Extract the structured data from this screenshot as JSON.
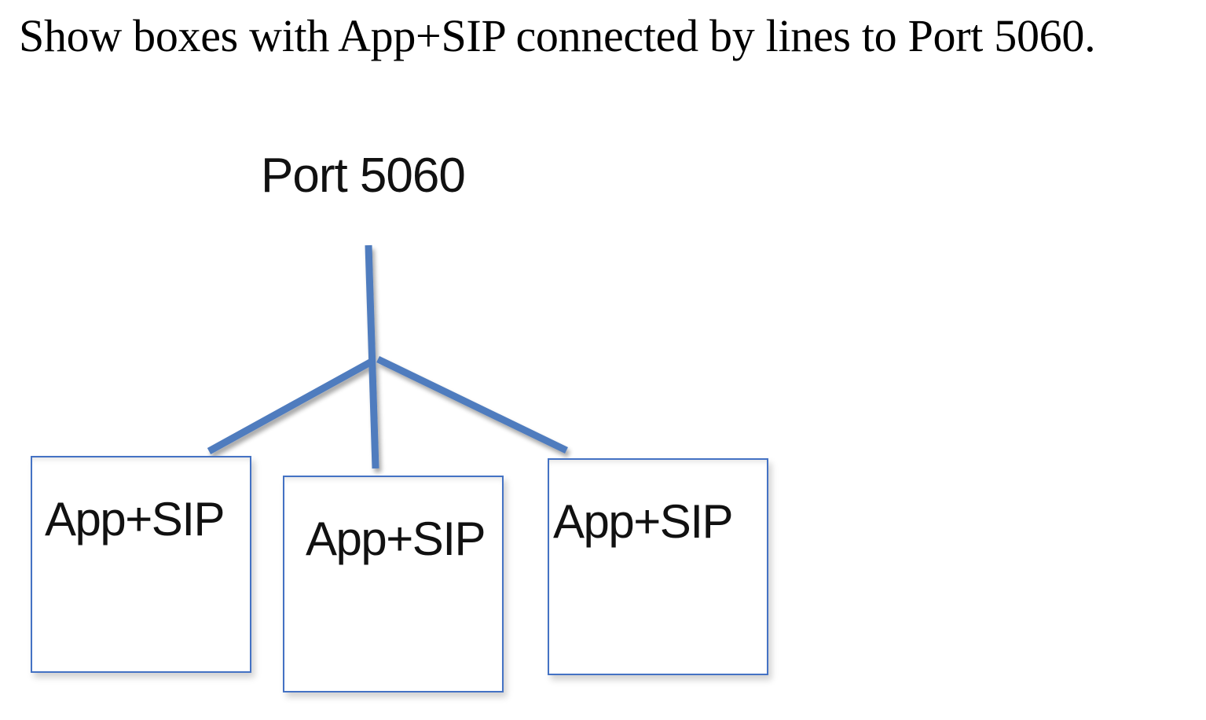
{
  "title": "Show boxes with App+SIP connected by lines to Port 5060.",
  "diagram": {
    "hub": {
      "label": "Port 5060"
    },
    "boxes": [
      {
        "label": "App+SIP"
      },
      {
        "label": "App+SIP"
      },
      {
        "label": "App+SIP"
      }
    ],
    "connections": [
      {
        "from": "Port 5060",
        "to": "box-1"
      },
      {
        "from": "Port 5060",
        "to": "box-2"
      },
      {
        "from": "Port 5060",
        "to": "box-3"
      }
    ],
    "colors": {
      "line": "#4F7BBE",
      "box_border": "#4472C4",
      "text": "#111111"
    }
  }
}
